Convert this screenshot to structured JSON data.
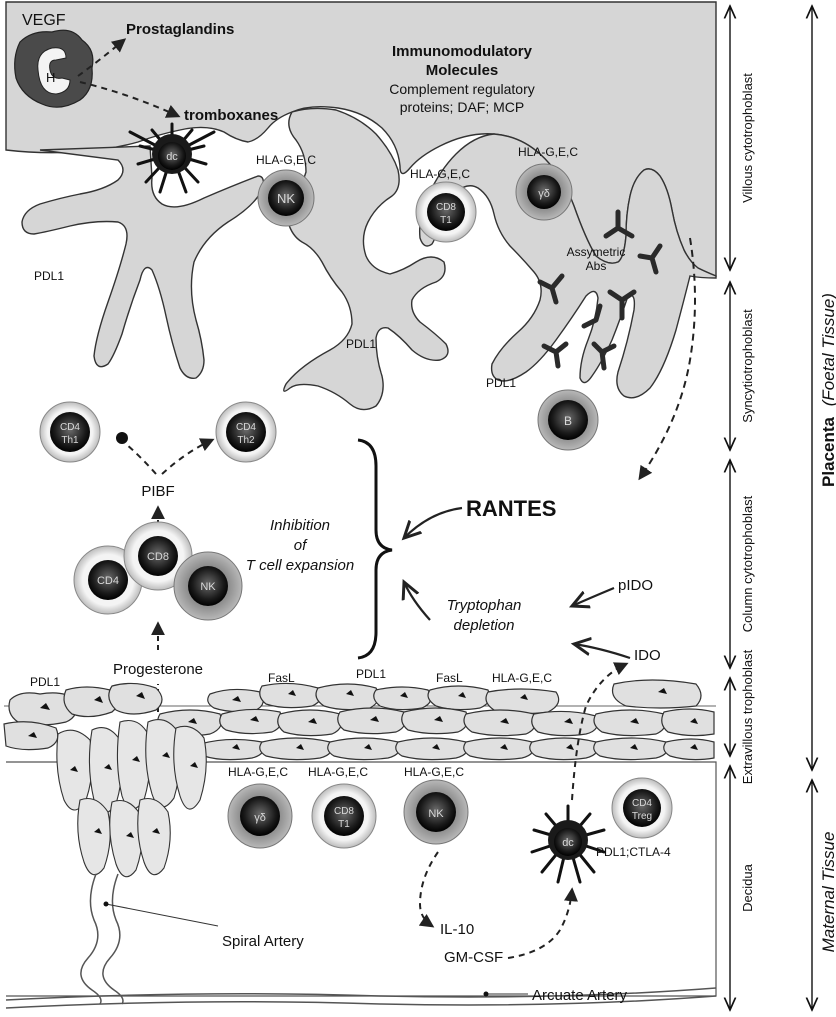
{
  "colors": {
    "tissue": "#d4d4d4",
    "tissue_light": "#e6e6e6",
    "cell_dark": "#111111",
    "cell_ring": "#f2f2f2",
    "outline": "#333333"
  },
  "placenta_top": {
    "vegf": "VEGF",
    "h_label": "H",
    "prostaglandins": "Prostaglandins",
    "tromboxanes": "tromboxanes",
    "immuno_title_1": "Immunomodulatory",
    "immuno_title_2": "Molecules",
    "immuno_sub_1": "Complement regulatory",
    "immuno_sub_2": "proteins; DAF; MCP"
  },
  "villous_labels": {
    "hla_nk": "HLA-G,E,C",
    "hla_cd8": "HLA-G,E,C",
    "hla_gd": "HLA-G,E,C",
    "pdl1_left": "PDL1",
    "pdl1_center": "PDL1",
    "pdl1_right": "PDL1",
    "assymetric_1": "Assymetric",
    "assymetric_2": "Abs"
  },
  "cells": {
    "dc_top": "dc",
    "nk_top": "NK",
    "cd8_top_1": "CD8",
    "cd8_top_2": "T1",
    "gd_top": "γδ",
    "b_cell": "B",
    "cd4_th1_1": "CD4",
    "cd4_th1_2": "Th1",
    "cd4_th2_1": "CD4",
    "cd4_th2_2": "Th2",
    "cd4_mid": "CD4",
    "cd8_mid": "CD8",
    "nk_mid": "NK",
    "gd_bottom": "γδ",
    "cd8_bottom_1": "CD8",
    "cd8_bottom_2": "T1",
    "nk_bottom": "NK",
    "dc_bottom": "dc",
    "cd4_treg_1": "CD4",
    "cd4_treg_2": "Treg"
  },
  "middle": {
    "pibf": "PIBF",
    "progesterone": "Progesterone",
    "rantes": "RANTES",
    "inhibition_1": "Inhibition",
    "inhibition_2": "of",
    "inhibition_3": "T cell expansion",
    "tryptophan_1": "Tryptophan",
    "tryptophan_2": "depletion",
    "pido": "pIDO",
    "ido": "IDO"
  },
  "extravillous": {
    "pdl1_left": "PDL1",
    "fasl_1": "FasL",
    "pdl1_mid": "PDL1",
    "fasl_2": "FasL",
    "hla": "HLA-G,E,C"
  },
  "decidua": {
    "hla_gd": "HLA-G,E,C",
    "hla_cd8": "HLA-G,E,C",
    "hla_nk": "HLA-G,E,C",
    "pdl1_ctla4": "PDL1;CTLA-4",
    "il10": "IL-10",
    "gmcsf": "GM-CSF",
    "spiral_artery": "Spiral Artery",
    "arcuate_artery": "Arcuate Artery"
  },
  "layers": {
    "villous": "Villous cytotrophoblast",
    "syncytio": "Syncytiotrophoblast",
    "column": "Column cytotrophoblast",
    "extravillous": "Extravillous trophoblast",
    "decidua": "Decidua",
    "placenta": "Placenta",
    "foetal": "(Foetal Tissue)",
    "maternal": "Maternal Tissue"
  }
}
